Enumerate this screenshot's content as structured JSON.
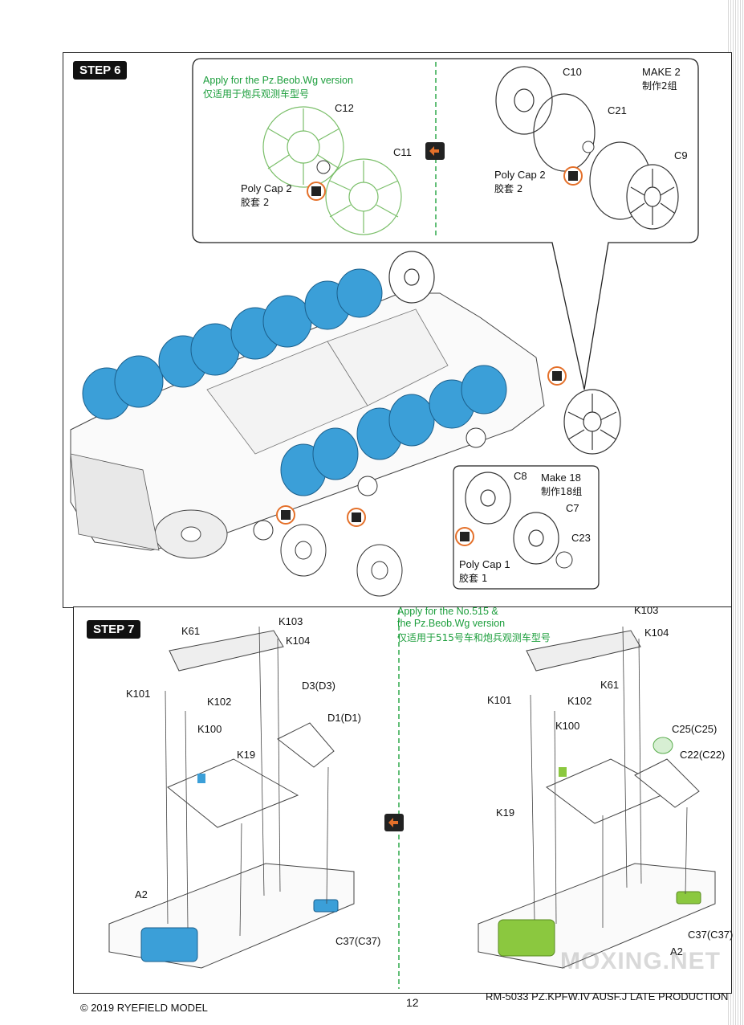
{
  "step6": {
    "label": "STEP 6",
    "callout_a": {
      "title": "Apply for the Pz.Beob.Wg version",
      "subtitle": "仅适用于炮兵观测车型号",
      "part1": "C12",
      "part2": "C11",
      "polycap": "Poly Cap 2",
      "polycap_cn": "胶套 2"
    },
    "callout_b": {
      "make": "MAKE 2",
      "make_cn": "制作2组",
      "part1": "C10",
      "part2": "C21",
      "part3": "C9",
      "polycap": "Poly Cap 2",
      "polycap_cn": "胶套 2"
    },
    "callout_c": {
      "make": "Make 18",
      "make_cn": "制作18组",
      "part1": "C8",
      "part2": "C7",
      "part3": "C23",
      "polycap": "Poly Cap 1",
      "polycap_cn": "胶套 1"
    }
  },
  "step7": {
    "label": "STEP 7",
    "left": {
      "parts": [
        "K103",
        "K61",
        "K104",
        "K101",
        "K102",
        "D3(D3)",
        "D1(D1)",
        "K100",
        "K19",
        "A2",
        "C37(C37)"
      ]
    },
    "right": {
      "title": "Apply for the No.515 &",
      "title2": "the Pz.Beob.Wg version",
      "subtitle": "仅适用于515号车和炮兵观测车型号",
      "parts": [
        "K103",
        "K104",
        "K61",
        "K101",
        "K102",
        "K100",
        "C25(C25)",
        "C22(C22)",
        "K19",
        "C37(C37)",
        "A2"
      ]
    }
  },
  "footer": {
    "copyright": "© 2019 RYEFIELD MODEL",
    "page_number": "12",
    "product": "RM-5033 PZ.KPFW.IV AUSF.J LATE PRODUCTION"
  },
  "watermark": "MOXING.NET",
  "colors": {
    "blue_parts": "#3b9fd8",
    "green_parts": "#8bc83f",
    "divider_green": "#2ea84a",
    "option_icon": "#e4702a"
  }
}
